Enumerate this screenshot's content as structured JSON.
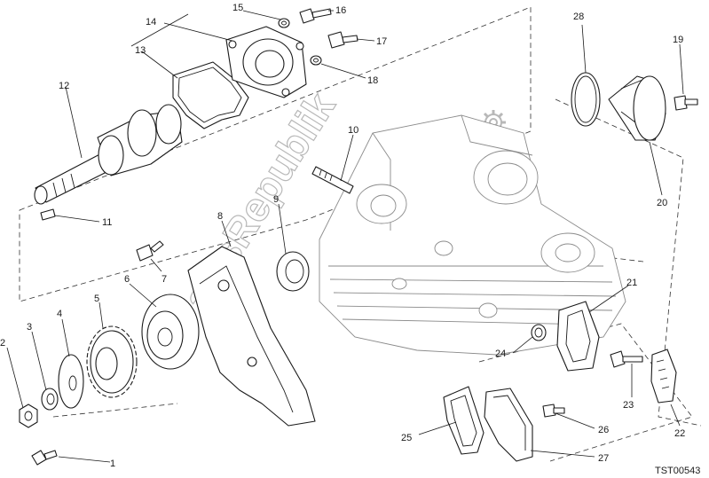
{
  "drawing_code": "TST00543",
  "watermark": "PartsRepublik",
  "callouts": [
    "1",
    "2",
    "3",
    "4",
    "5",
    "6",
    "7",
    "8",
    "9",
    "10",
    "11",
    "12",
    "13",
    "14",
    "15",
    "16",
    "17",
    "18",
    "19",
    "20",
    "21",
    "22",
    "23",
    "24",
    "25",
    "26",
    "27",
    "28"
  ]
}
